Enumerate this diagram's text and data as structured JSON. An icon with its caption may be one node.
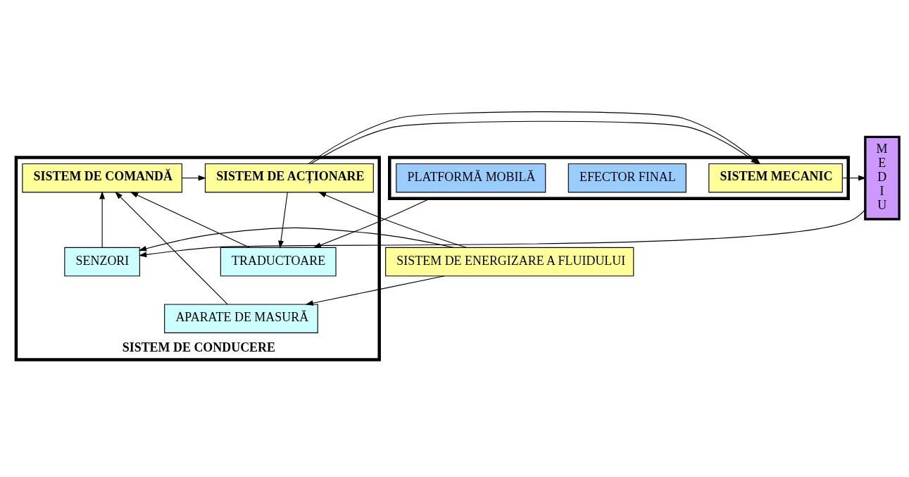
{
  "diagram": {
    "nodes": [
      {
        "text": [
          "SISTEM DE CONDUCERE"
        ]
      },
      {
        "text": [
          "SISTEM DE COMANDĂ"
        ],
        "in": 0
      },
      {
        "text": [
          "SISTEM DE ACȚIONARE"
        ],
        "in": 0
      },
      {
        "text": [
          "SENZORI"
        ],
        "in": 0
      },
      {
        "text": [
          "TRADUCTOARE"
        ],
        "in": 0
      },
      {
        "text": [
          "APARATE DE MASURĂ"
        ],
        "in": 0
      },
      {
        "text": [
          "SISTEM DE ENERGIZARE A FLUIDULUI"
        ]
      },
      {
        "text": [],
        "shape": "box"
      },
      {
        "text": [
          "SISTEM MECANIC"
        ],
        "in": 7
      },
      {
        "text": [
          "EFECTOR FINAL"
        ],
        "in": 7
      },
      {
        "text": [
          "PLATFORMĂ MOBILĂ"
        ],
        "in": 7
      },
      {
        "text": [
          "M E D I U"
        ]
      }
    ],
    "edges": [
      {
        "from": 1,
        "to": 2,
        "arrow": "to"
      },
      {
        "from": 2,
        "to": 8,
        "arrow": "to"
      },
      {
        "from": 8,
        "to": 11,
        "arrow": "to"
      },
      {
        "from": 3,
        "to": 1,
        "arrow": "to"
      },
      {
        "from": 4,
        "to": 1,
        "arrow": "to"
      },
      {
        "from": 5,
        "to": 1,
        "arrow": "to"
      },
      {
        "from": 2,
        "to": 4,
        "arrow": "to"
      },
      {
        "from": 6,
        "to": 2,
        "arrow": "to"
      },
      {
        "from": 6,
        "to": 5,
        "arrow": "to"
      },
      {
        "from": 6,
        "to": 3,
        "arrow": "to"
      },
      {
        "from": 7,
        "to": 4,
        "arrow": "to"
      },
      {
        "from": 11,
        "to": 3,
        "arrow": "to"
      }
    ]
  }
}
